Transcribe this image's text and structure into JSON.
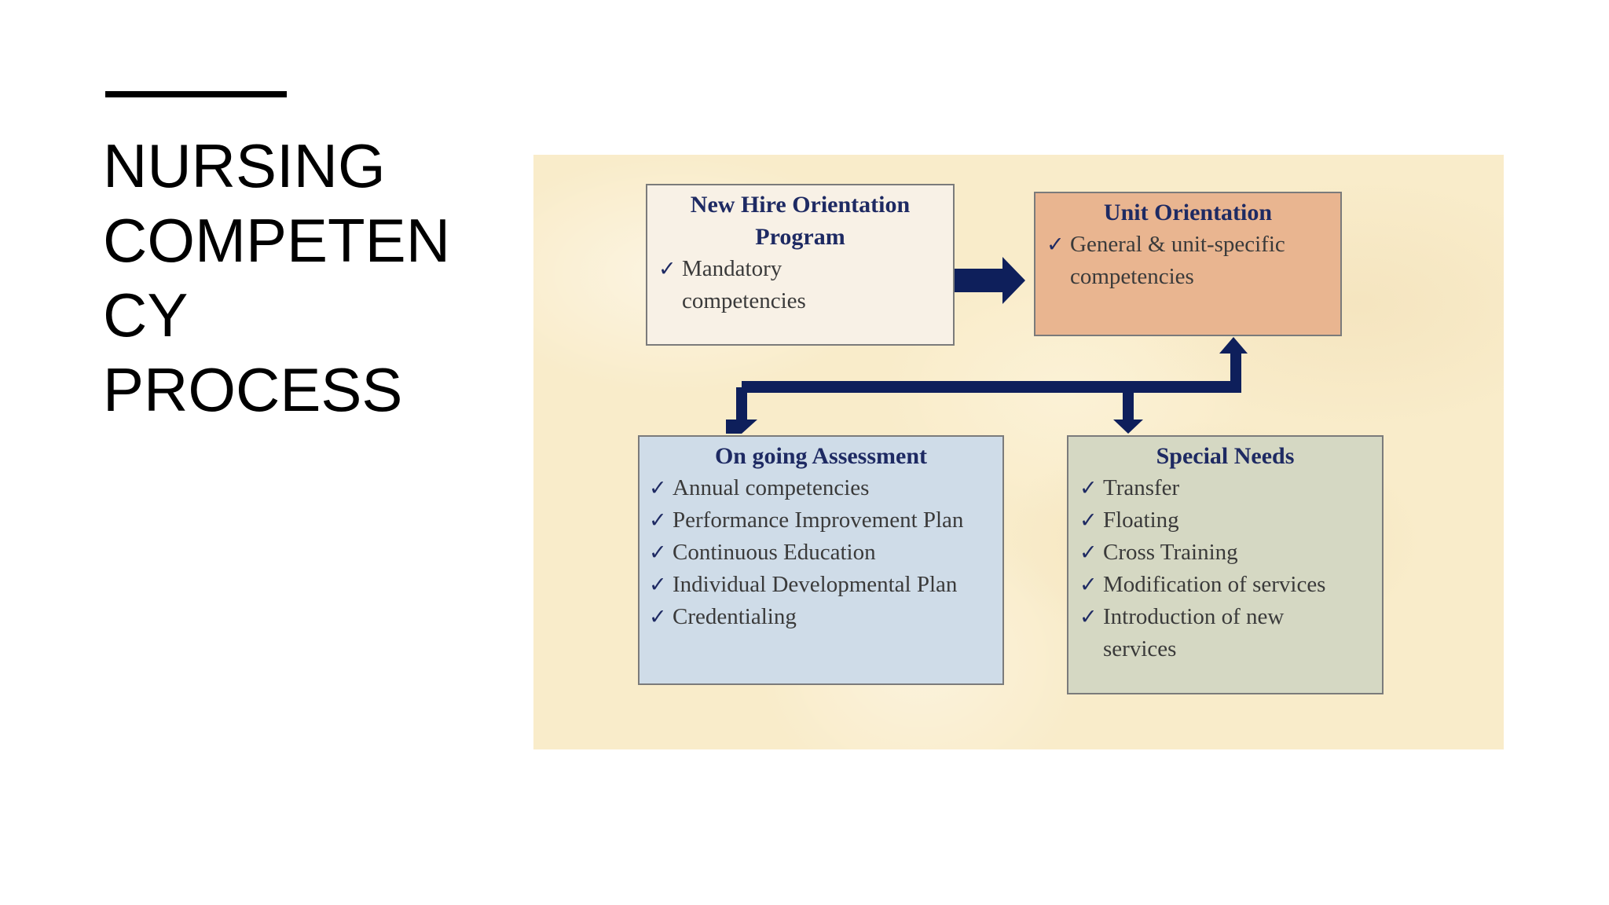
{
  "slide": {
    "title_lines": [
      "NURSING",
      "COMPETEN",
      "CY",
      "PROCESS"
    ]
  },
  "diagram": {
    "arrow_color": "#0e1f5b",
    "nodes": {
      "new_hire": {
        "title_lines": [
          "New Hire Orientation",
          "Program"
        ],
        "items": [
          "Mandatory competencies"
        ],
        "color": "#f8f1e6"
      },
      "unit": {
        "title": "Unit Orientation",
        "items": [
          "General & unit-specific competencies"
        ],
        "color": "#e9b590"
      },
      "ongoing": {
        "title": "On going Assessment",
        "items": [
          "Annual competencies",
          "Performance Improvement Plan",
          "Continuous Education",
          "Individual Developmental Plan",
          "Credentialing"
        ],
        "color": "#cfdce8"
      },
      "special": {
        "title": "Special Needs",
        "items": [
          "Transfer",
          "Floating",
          "Cross Training",
          "Modification of  services",
          "Introduction of  new services"
        ],
        "color": "#d5d8c3"
      }
    },
    "edges": [
      {
        "from": "new_hire",
        "to": "unit"
      },
      {
        "from": "unit",
        "to": "ongoing"
      },
      {
        "from": "unit",
        "to": "special"
      }
    ]
  }
}
